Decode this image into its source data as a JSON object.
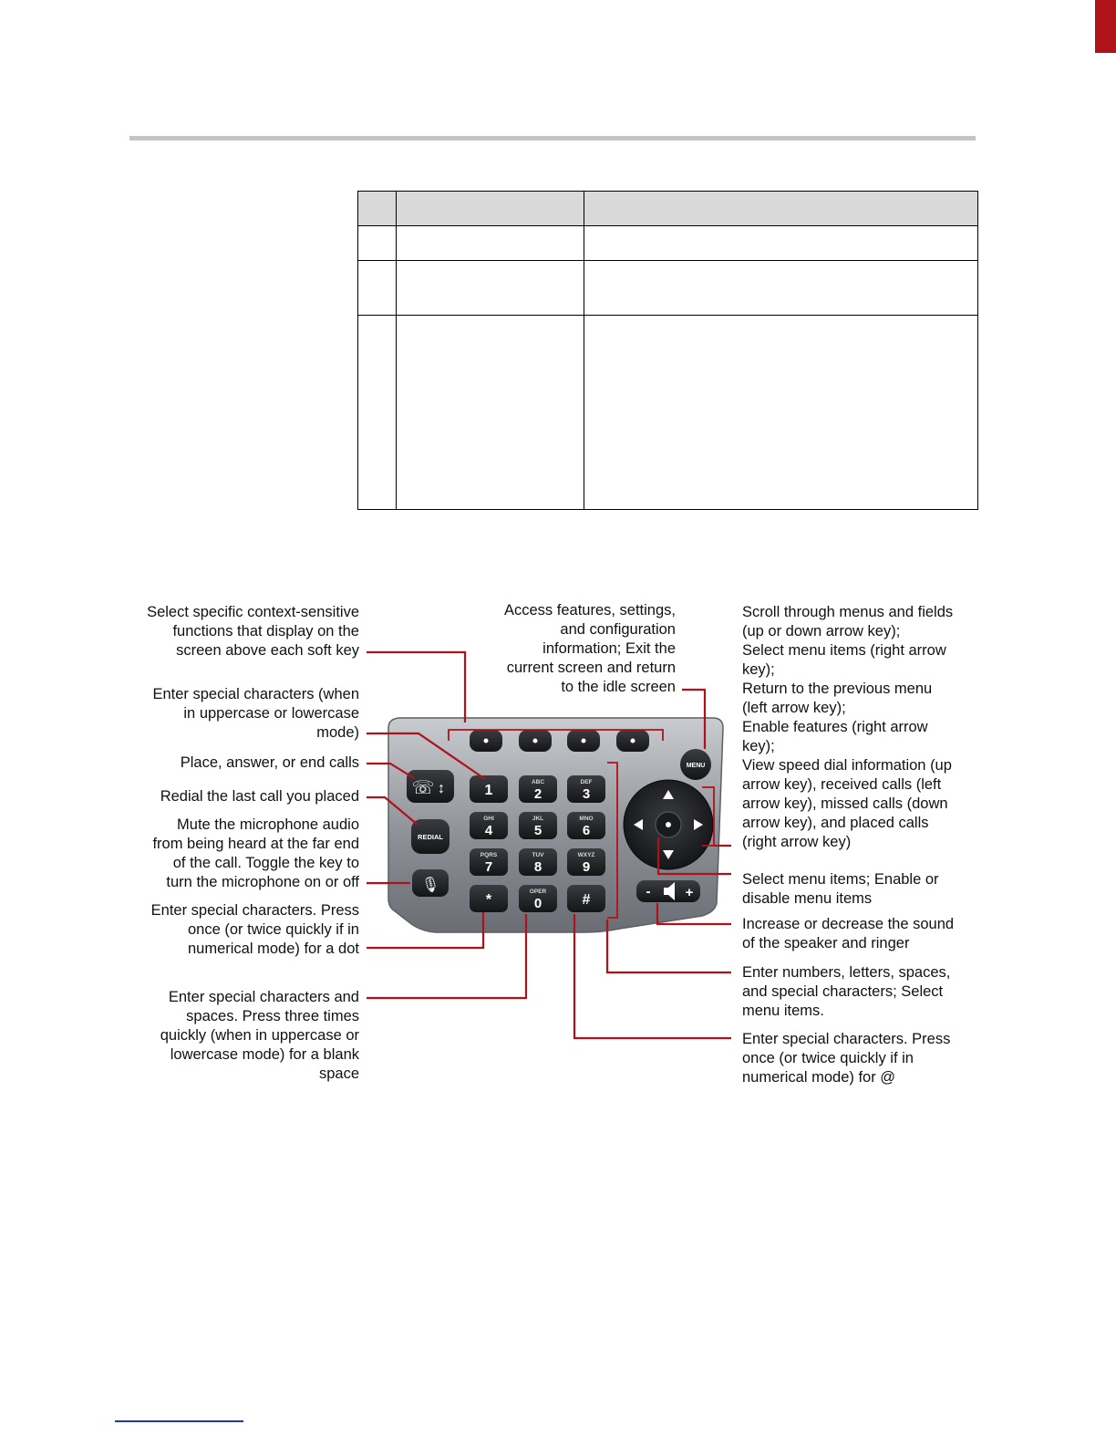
{
  "keypad": {
    "keys": [
      {
        "digit": "1",
        "letters": ""
      },
      {
        "digit": "2",
        "letters": "ABC"
      },
      {
        "digit": "3",
        "letters": "DEF"
      },
      {
        "digit": "4",
        "letters": "GHI"
      },
      {
        "digit": "5",
        "letters": "JKL"
      },
      {
        "digit": "6",
        "letters": "MNO"
      },
      {
        "digit": "7",
        "letters": "PQRS"
      },
      {
        "digit": "8",
        "letters": "TUV"
      },
      {
        "digit": "9",
        "letters": "WXYZ"
      },
      {
        "digit": "*",
        "letters": ""
      },
      {
        "digit": "0",
        "letters": "OPER"
      },
      {
        "digit": "#",
        "letters": ""
      }
    ],
    "menu_label": "MENU",
    "redial_label": "REDIAL",
    "volume_minus": "-",
    "volume_plus": "+"
  },
  "callouts": {
    "soft_keys": [
      "Select specific context-sensitive",
      "functions that display on the",
      "screen above each soft key"
    ],
    "special_chars_mode": [
      "Enter special characters (when",
      "in uppercase or lowercase",
      "mode)"
    ],
    "hook": [
      "Place, answer, or end calls"
    ],
    "redial": [
      "Redial the last call you placed"
    ],
    "mute": [
      "Mute the microphone audio",
      "from being  heard at the far end",
      "of the call. Toggle the key to",
      "turn the microphone on or off"
    ],
    "star": [
      "Enter special characters. Press",
      "once (or twice quickly if in",
      "numerical mode) for a dot"
    ],
    "zero": [
      "Enter special characters and",
      "spaces. Press three times",
      "quickly (when in uppercase or",
      "lowercase mode) for a blank",
      "space"
    ],
    "menu": [
      "Access features, settings,",
      "and configuration",
      "information; Exit the",
      "current screen and return",
      "to the idle screen"
    ],
    "nav": [
      "Scroll through menus and fields",
      "(up or down arrow key);",
      "Select menu items (right arrow",
      "key);",
      "Return to the previous menu",
      "(left arrow key);",
      "Enable features (right arrow",
      "key);",
      "View speed dial information (up",
      "arrow key), received calls (left",
      "arrow key), missed calls (down",
      "arrow key), and placed calls",
      "(right arrow key)"
    ],
    "select": [
      "Select menu items; Enable or",
      "disable menu items"
    ],
    "volume": [
      "Increase or decrease the sound",
      "of the speaker and ringer"
    ],
    "dialpad": [
      "Enter numbers, letters, spaces,",
      "and special characters; Select",
      "menu items."
    ],
    "hash": [
      "Enter special characters. Press",
      "once (or twice quickly if in",
      "numerical mode) for @"
    ]
  },
  "colors": {
    "leader": "#b0121a",
    "tab": "#b0121a",
    "rule": "#c4c4c4",
    "link": "#1f3aa8"
  }
}
